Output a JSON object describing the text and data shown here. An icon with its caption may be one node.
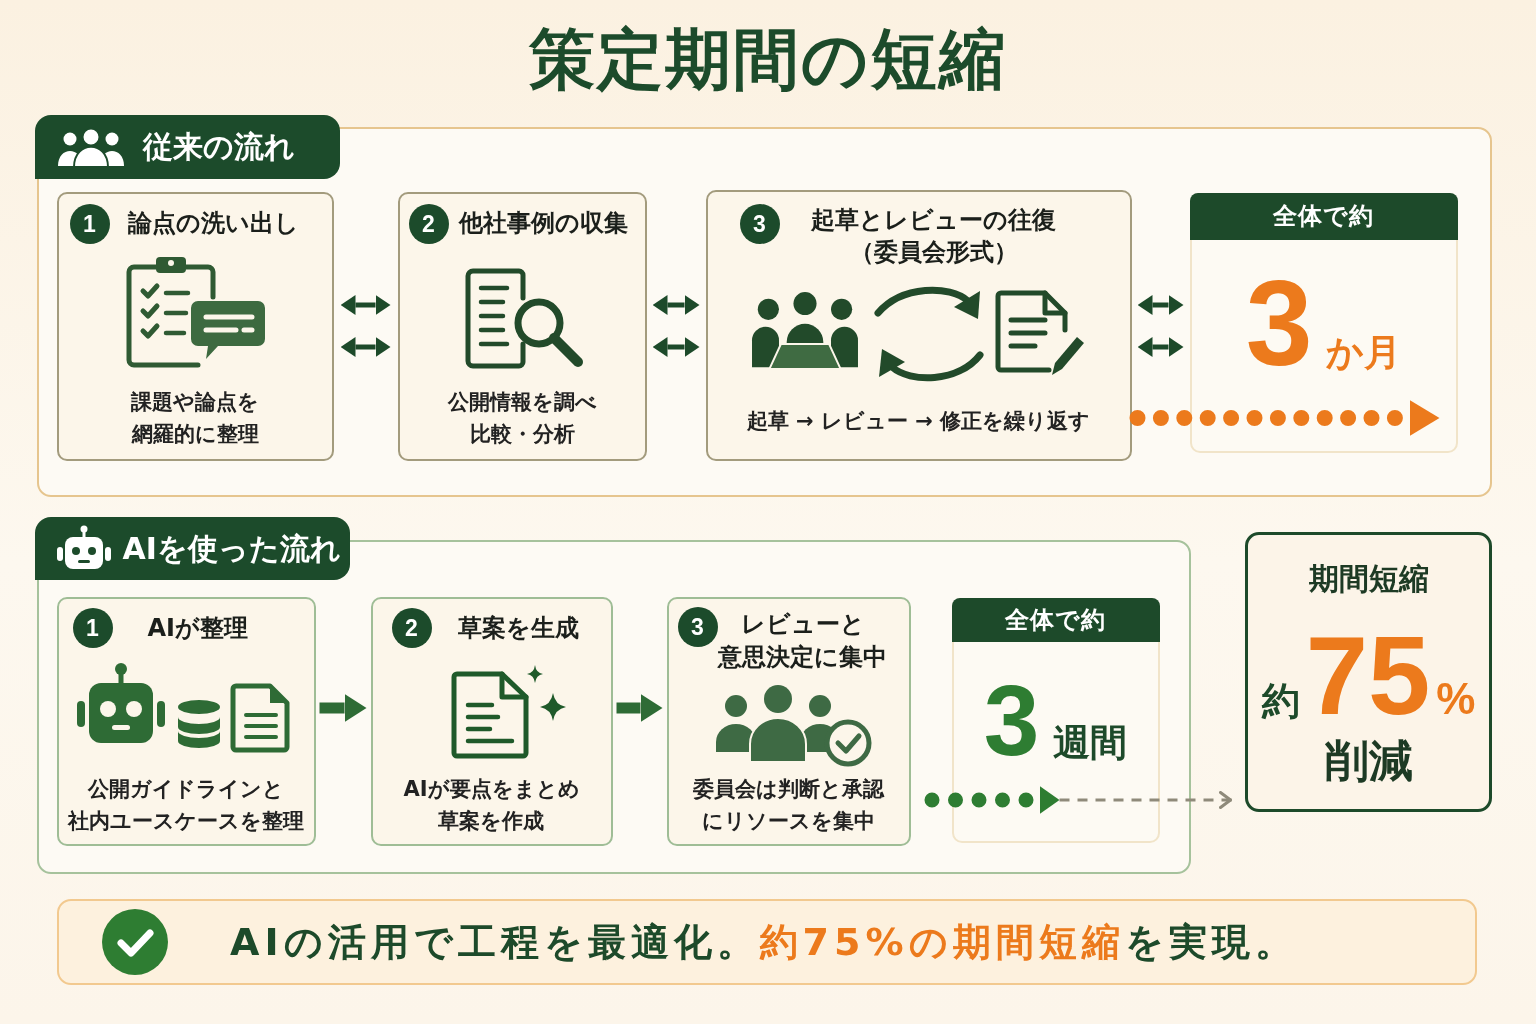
{
  "diagram": {
    "title": "策定期間の短縮",
    "nodes": [
      {
        "text": [
          "従来の流れ"
        ]
      },
      {
        "text": [
          "1",
          "論点の洗い出し",
          "課題や論点を網羅的に整理"
        ],
        "in": 0
      },
      {
        "text": [
          "2",
          "他社事例の収集",
          "公開情報を調べ比較・分析"
        ],
        "in": 0
      },
      {
        "text": [
          "3",
          "起草とレビューの往復（委員会形式）",
          "起草 → レビュー → 修正を繰り返す"
        ],
        "in": 0
      },
      {
        "text": [
          "全体で約",
          "3",
          "か月"
        ],
        "in": 0
      },
      {
        "text": [
          "AIを使った流れ"
        ]
      },
      {
        "text": [
          "1",
          "AIが整理",
          "公開ガイドラインと社内ユースケースを整理"
        ],
        "in": 5
      },
      {
        "text": [
          "2",
          "草案を生成",
          "AIが要点をまとめ草案を作成"
        ],
        "in": 5
      },
      {
        "text": [
          "3",
          "レビューと意思決定に集中",
          "委員会は判断と承認にリソースを集中"
        ],
        "in": 5
      },
      {
        "text": [
          "全体で約",
          "3",
          "週間"
        ],
        "in": 5
      },
      {
        "text": [
          "期間短縮",
          "約",
          "75",
          "%",
          "削減"
        ]
      },
      {
        "text": [
          "AIの活用で工程を最適化。**約75%の期間短縮**を実現。"
        ]
      }
    ],
    "edges": [
      {
        "from": 1,
        "to": 2,
        "arrow": "both"
      },
      {
        "from": 1,
        "to": 2,
        "arrow": "both"
      },
      {
        "from": 2,
        "to": 3,
        "arrow": "both"
      },
      {
        "from": 2,
        "to": 3,
        "arrow": "both"
      },
      {
        "from": 3,
        "to": 4,
        "arrow": "both"
      },
      {
        "from": 3,
        "to": 4,
        "arrow": "both"
      },
      {
        "from": 3,
        "to": 4,
        "arrow": "to",
        "style": "dashed",
        "color": "#ec7a1c"
      },
      {
        "from": 6,
        "to": 7,
        "arrow": "to",
        "style": "thick",
        "color": "#2e6b35"
      },
      {
        "from": 7,
        "to": 8,
        "arrow": "to",
        "style": "thick",
        "color": "#2e6b35"
      },
      {
        "from": null,
        "to": 9,
        "arrow": "to",
        "style": "dashed",
        "color": "#2e7d32"
      },
      {
        "from": 9,
        "to": 10,
        "arrow": "to",
        "style": "dashed",
        "color": "#8f8a7a"
      }
    ]
  }
}
